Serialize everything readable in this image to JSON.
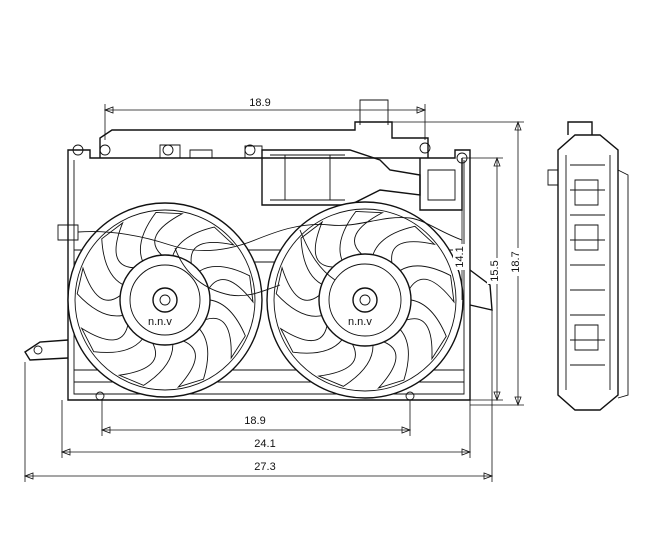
{
  "dimensions": {
    "top_width": "18.9",
    "bottom_inner_width": "18.9",
    "middle_width": "24.1",
    "overall_width": "27.3",
    "inner_height": "15.5",
    "overall_height": "18.7",
    "small_height": "14.1"
  },
  "colors": {
    "line": "#111111",
    "background": "#ffffff"
  }
}
